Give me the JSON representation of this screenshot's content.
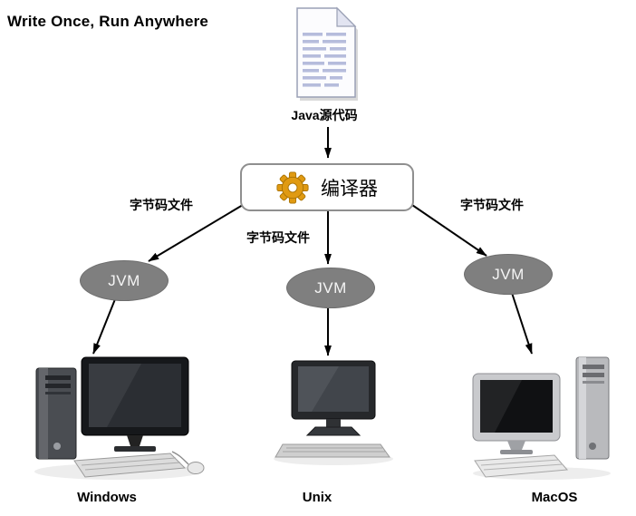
{
  "title": "Write Once, Run Anywhere",
  "java_source": {
    "label": "Java源代码",
    "icon": "document-icon"
  },
  "compiler": {
    "label": "编译器",
    "icon": "gear-icon"
  },
  "bytecode_labels": {
    "left": "字节码文件",
    "center": "字节码文件",
    "right": "字节码文件"
  },
  "jvm_nodes": {
    "left": "JVM",
    "center": "JVM",
    "right": "JVM"
  },
  "platforms": {
    "left": "Windows",
    "center": "Unix",
    "right": "MacOS"
  },
  "colors": {
    "jvm_fill": "#7f7f7f",
    "gear_orange": "#e09a12",
    "arrow": "#000000",
    "document_line": "#b6bcdc",
    "box_border": "#8f8f8f"
  }
}
